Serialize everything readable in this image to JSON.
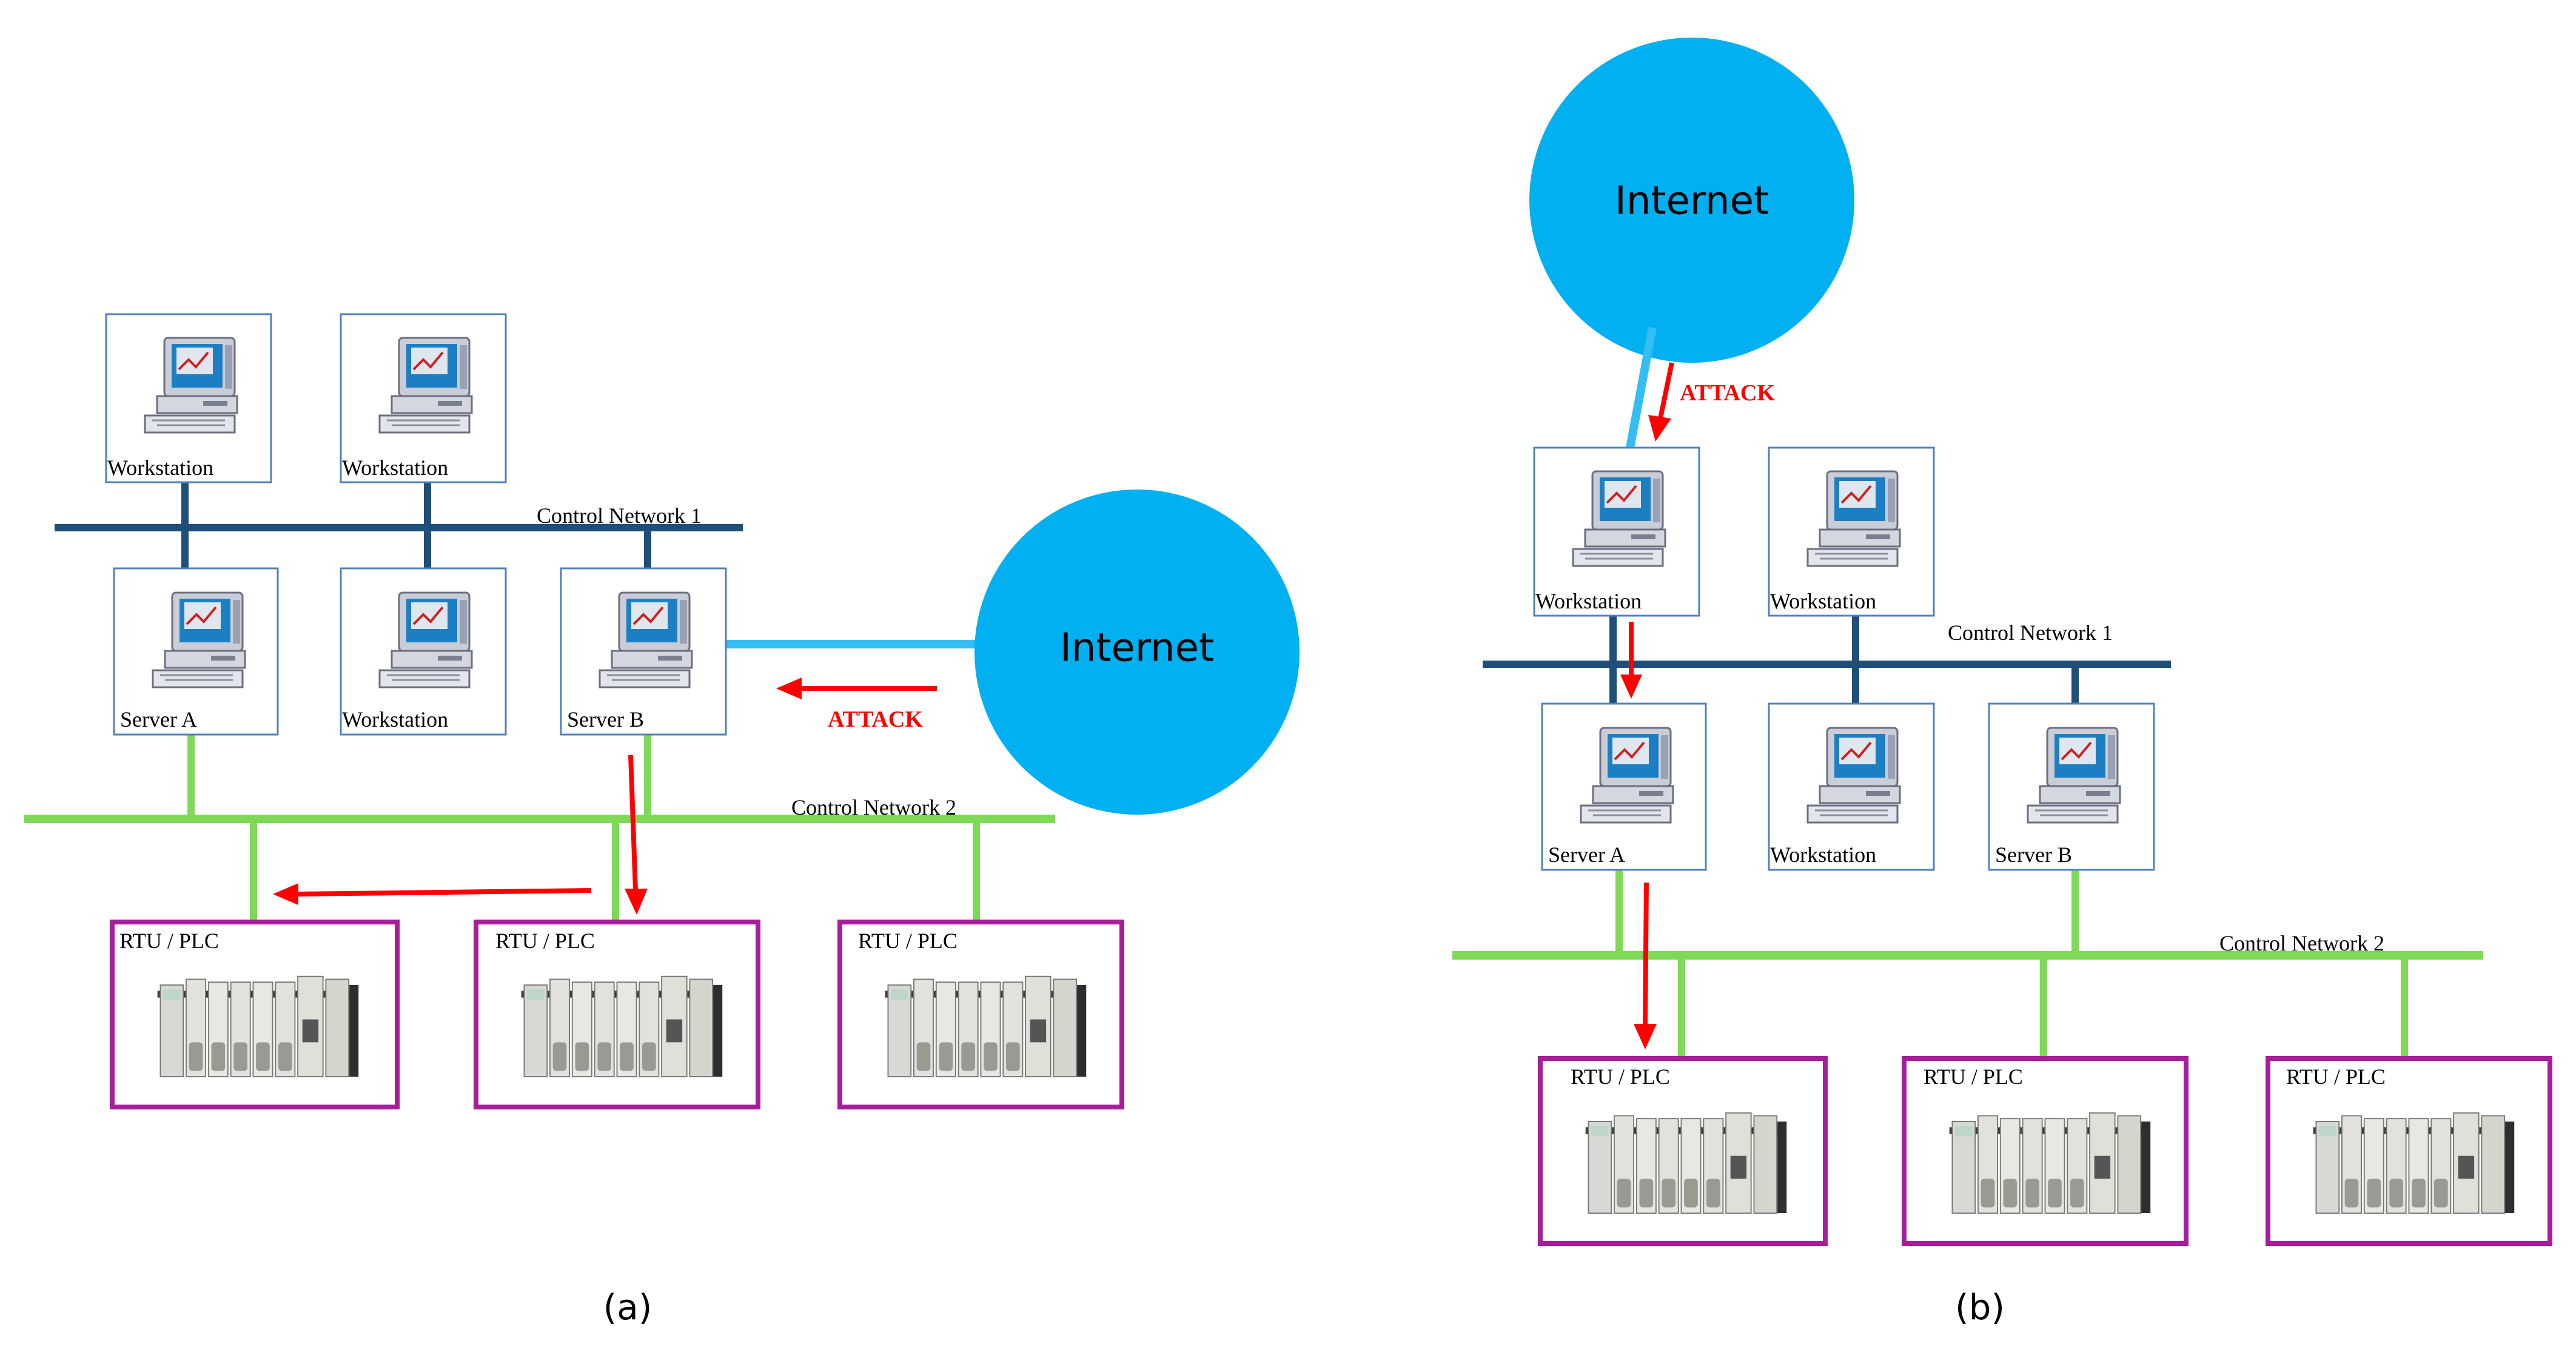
{
  "colors": {
    "network1": "#1f4e79",
    "network2": "#7ed957",
    "internet": "#00b0f0",
    "internet_link": "#33bdf2",
    "attack": "#ff0000",
    "device_border": "#4f81bd",
    "plc_border": "#a61e9a"
  },
  "panels": [
    {
      "caption": "(a)",
      "internet_label": "Internet",
      "attack_label": "ATTACK",
      "network1_label": "Control Network 1",
      "network2_label": "Control Network 2",
      "workstation_top_1": "Workstation",
      "workstation_top_2": "Workstation",
      "server_a": "Server  A",
      "workstation_mid": "Workstation",
      "server_b": "Server  B",
      "plc_1": "RTU / PLC",
      "plc_2": "RTU / PLC",
      "plc_3": "RTU / PLC"
    },
    {
      "caption": "(b)",
      "internet_label": "Internet",
      "attack_label": "ATTACK",
      "network1_label": "Control Network 1",
      "network2_label": "Control Network 2",
      "workstation_top_1": "Workstation",
      "workstation_top_2": "Workstation",
      "server_a": "Server  A",
      "workstation_mid": "Workstation",
      "server_b": "Server  B",
      "plc_1": "RTU / PLC",
      "plc_2": "RTU / PLC",
      "plc_3": "RTU / PLC"
    }
  ]
}
